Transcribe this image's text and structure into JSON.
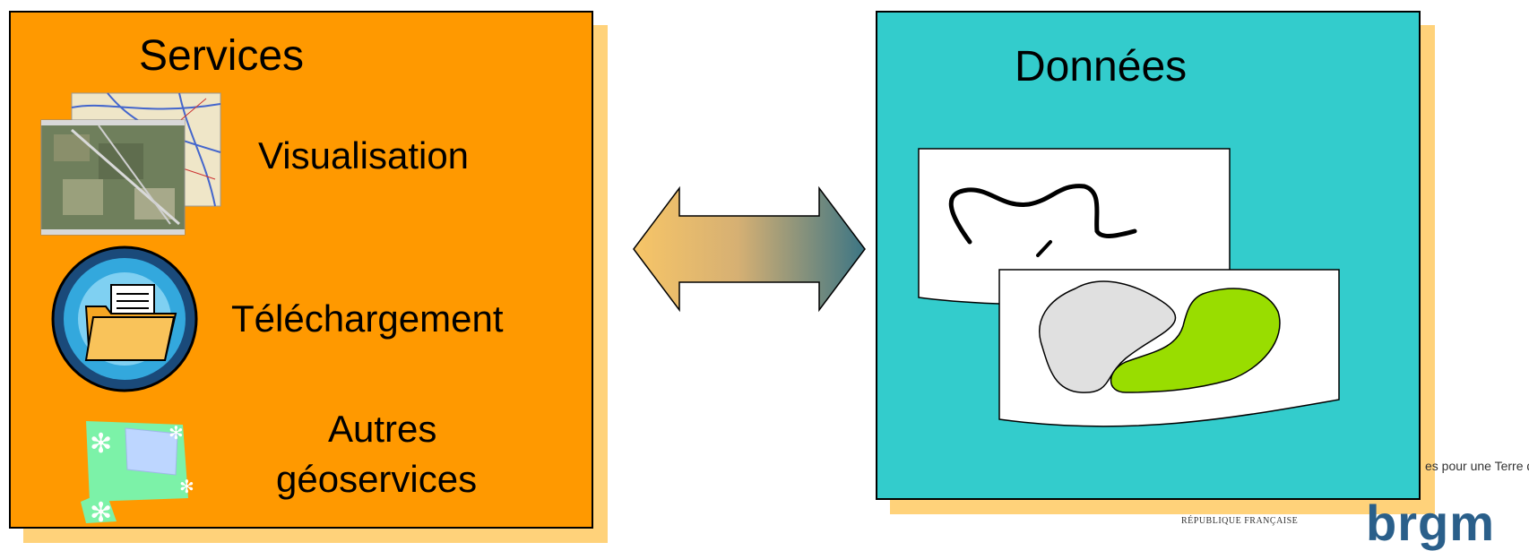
{
  "services": {
    "title": "Services",
    "items": [
      {
        "label": "Visualisation",
        "icon": "map-screenshots-icon"
      },
      {
        "label": "Téléchargement",
        "icon": "download-folder-icon"
      },
      {
        "label_line1": "Autres",
        "label_line2": "géoservices",
        "icon": "geoservices-icon"
      }
    ]
  },
  "donnees": {
    "title": "Données",
    "layers": [
      "vector-line-layer-icon",
      "polygon-layer-icon"
    ]
  },
  "connector": {
    "icon": "bidirectional-arrow-icon"
  },
  "footer": {
    "republique": "RÉPUBLIQUE FRANÇAISE",
    "tagline": "es pour une Terre durable",
    "logo_text": "brgm"
  },
  "colors": {
    "services_bg": "#ff9900",
    "donnees_bg": "#33cccc",
    "shadow": "#ffd27a",
    "arrow_left": "#f7c567",
    "arrow_right": "#3c7584",
    "polygon_green": "#99dd00",
    "polygon_gray": "#e0e0e0"
  }
}
